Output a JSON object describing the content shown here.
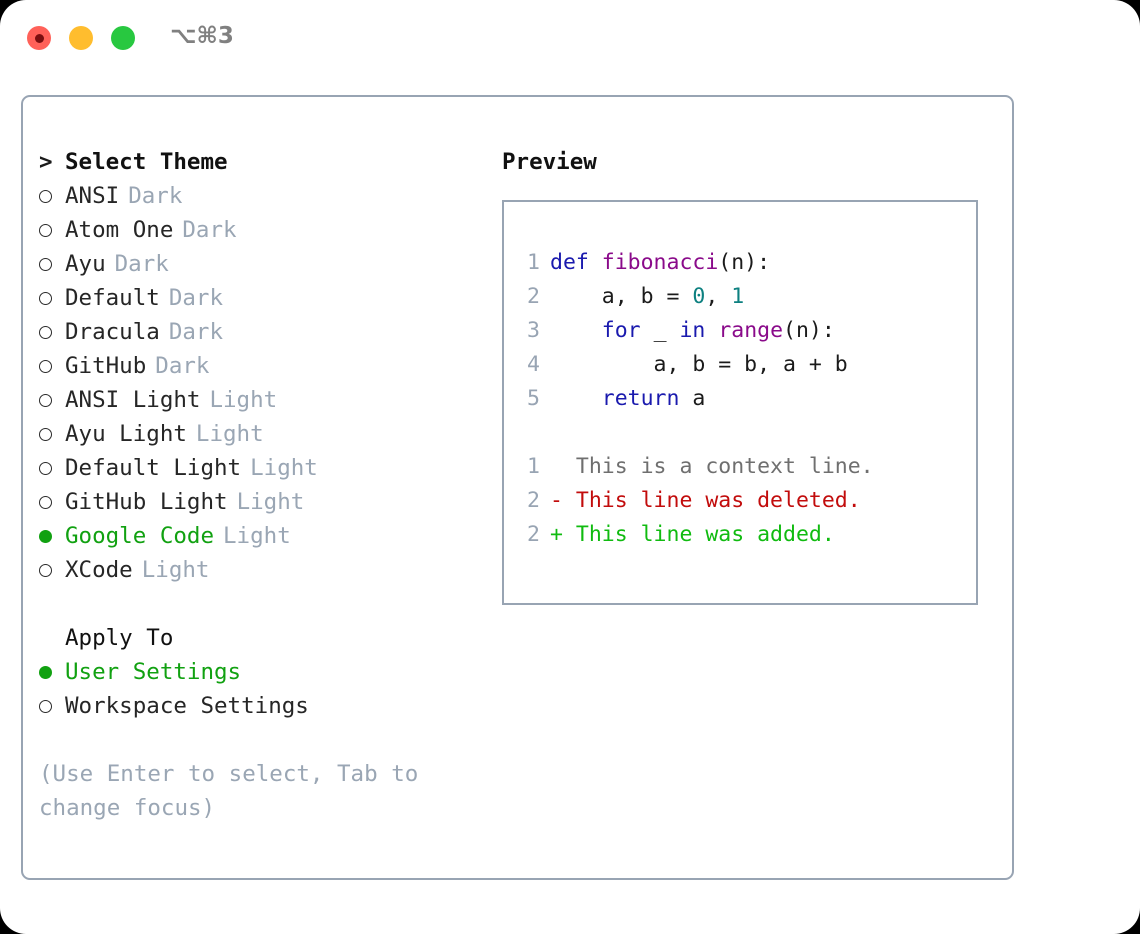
{
  "titlebar": {
    "shortcut": "⌥⌘3",
    "lights": [
      "close",
      "minimize",
      "maximize"
    ]
  },
  "theme_list": {
    "header_marker": ">",
    "header_label": "Select Theme",
    "items": [
      {
        "marker": "o",
        "name": "ANSI",
        "type": "Dark",
        "selected": false
      },
      {
        "marker": "o",
        "name": "Atom One",
        "type": "Dark",
        "selected": false
      },
      {
        "marker": "o",
        "name": "Ayu",
        "type": "Dark",
        "selected": false
      },
      {
        "marker": "o",
        "name": "Default",
        "type": "Dark",
        "selected": false
      },
      {
        "marker": "o",
        "name": "Dracula",
        "type": "Dark",
        "selected": false
      },
      {
        "marker": "o",
        "name": "GitHub",
        "type": "Dark",
        "selected": false
      },
      {
        "marker": "o",
        "name": "ANSI Light",
        "type": "Light",
        "selected": false
      },
      {
        "marker": "o",
        "name": "Ayu Light",
        "type": "Light",
        "selected": false
      },
      {
        "marker": "o",
        "name": "Default Light",
        "type": "Light",
        "selected": false
      },
      {
        "marker": "o",
        "name": "GitHub Light",
        "type": "Light",
        "selected": false
      },
      {
        "marker": "●",
        "name": "Google Code",
        "type": "Light",
        "selected": true
      },
      {
        "marker": "o",
        "name": "XCode",
        "type": "Light",
        "selected": false
      }
    ]
  },
  "apply_to": {
    "header_label": "Apply To",
    "items": [
      {
        "marker": "●",
        "name": "User Settings",
        "selected": true
      },
      {
        "marker": "o",
        "name": "Workspace Settings",
        "selected": false
      }
    ]
  },
  "hint": "(Use Enter to select, Tab to change focus)",
  "preview": {
    "title": "Preview",
    "code_lines": [
      {
        "num": "1",
        "tokens": [
          {
            "t": "def ",
            "c": "kw"
          },
          {
            "t": "fibonacci",
            "c": "fn"
          },
          {
            "t": "(n):",
            "c": "pl"
          }
        ]
      },
      {
        "num": "2",
        "tokens": [
          {
            "t": "    a, b = ",
            "c": "pl"
          },
          {
            "t": "0",
            "c": "num"
          },
          {
            "t": ", ",
            "c": "pl"
          },
          {
            "t": "1",
            "c": "num"
          }
        ]
      },
      {
        "num": "3",
        "tokens": [
          {
            "t": "    ",
            "c": "pl"
          },
          {
            "t": "for",
            "c": "kw"
          },
          {
            "t": " _ ",
            "c": "pl"
          },
          {
            "t": "in",
            "c": "kw"
          },
          {
            "t": " ",
            "c": "pl"
          },
          {
            "t": "range",
            "c": "fn"
          },
          {
            "t": "(n):",
            "c": "pl"
          }
        ]
      },
      {
        "num": "4",
        "tokens": [
          {
            "t": "        a, b = b, a + b",
            "c": "pl"
          }
        ]
      },
      {
        "num": "5",
        "tokens": [
          {
            "t": "    ",
            "c": "pl"
          },
          {
            "t": "return",
            "c": "kw"
          },
          {
            "t": " a",
            "c": "pl"
          }
        ]
      }
    ],
    "diff_lines": [
      {
        "num": "1",
        "sign": "  ",
        "text": "This is a context line.",
        "kind": "ctx"
      },
      {
        "num": "2",
        "sign": "- ",
        "text": "This line was deleted.",
        "kind": "del"
      },
      {
        "num": "2",
        "sign": "+ ",
        "text": "This line was added.",
        "kind": "add"
      }
    ]
  },
  "colors": {
    "accent_green": "#11a111",
    "muted": "#9aa6b4",
    "border": "#98a4b3",
    "keyword": "#1a1aae",
    "function": "#8a0a8a",
    "number": "#0d8080",
    "diff_deleted": "#c20c0c",
    "diff_added": "#10bb10",
    "light_red": "#ff6159",
    "light_yellow": "#ffbd2e",
    "light_green": "#28c840"
  }
}
